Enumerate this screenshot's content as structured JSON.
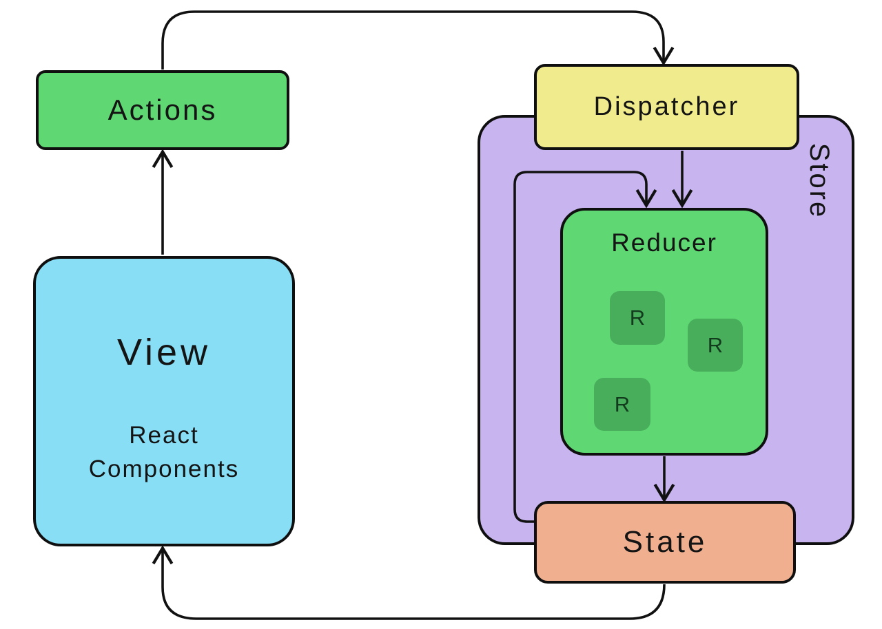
{
  "diagram": {
    "subject": "redux-flux-data-flow"
  },
  "boxes": {
    "actions": {
      "label": "Actions",
      "color": "#5fd873"
    },
    "view": {
      "title": "View",
      "subtitle": [
        "React",
        "Components"
      ],
      "color": "#87def5"
    },
    "dispatcher": {
      "label": "Dispatcher",
      "color": "#f0eb8c"
    },
    "store": {
      "label": "Store",
      "color": "#c8b5f0"
    },
    "reducer": {
      "label": "Reducer",
      "chips": [
        "R",
        "R",
        "R"
      ],
      "color": "#5fd873",
      "chip_color": "#48ae5c"
    },
    "state": {
      "label": "State",
      "color": "#f0b090"
    }
  },
  "connectors": {
    "line_color": "#111111",
    "flows": [
      "view-to-actions",
      "actions-to-dispatcher",
      "dispatcher-to-reducer",
      "state-to-reducer-loop",
      "reducer-to-state",
      "state-to-view"
    ]
  }
}
